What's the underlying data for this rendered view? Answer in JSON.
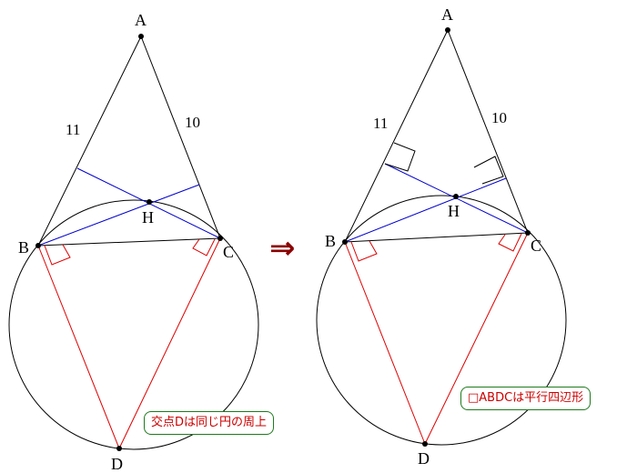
{
  "left_figure": {
    "points": {
      "A": "A",
      "B": "B",
      "C": "C",
      "H": "H",
      "D": "D"
    },
    "lengths": {
      "AB": "11",
      "AC": "10"
    },
    "note": "交点Dは同じ円の周上"
  },
  "right_figure": {
    "points": {
      "A": "A",
      "B": "B",
      "C": "C",
      "H": "H",
      "D": "D"
    },
    "lengths": {
      "AB": "11",
      "AC": "10"
    },
    "note": "□ABDCは平行四辺形"
  },
  "arrow": "⇒",
  "colors": {
    "black": "#000000",
    "blue": "#0000cc",
    "red": "#dd0000",
    "arrow": "#8b0000",
    "note_border": "#1d7a1d",
    "note_text": "#cc0000"
  }
}
